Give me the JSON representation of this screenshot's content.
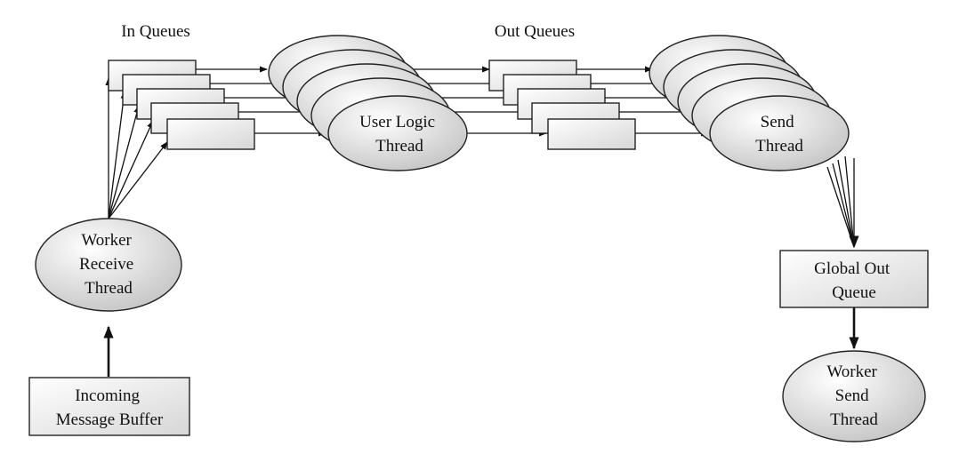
{
  "headers": {
    "in_queues": "In Queues",
    "out_queues": "Out Queues"
  },
  "nodes": {
    "user_logic_thread": [
      "User Logic",
      "Thread"
    ],
    "send_thread": [
      "Send",
      "Thread"
    ],
    "worker_receive_thread": [
      "Worker",
      "Receive",
      "Thread"
    ],
    "incoming_message_buffer": [
      "Incoming",
      "Message Buffer"
    ],
    "global_out_queue": [
      "Global Out",
      "Queue"
    ],
    "worker_send_thread": [
      "Worker",
      "Send",
      "Thread"
    ]
  },
  "colors": {
    "queue_fill_light": "#ffffff",
    "queue_fill_dark": "#dcdcdc",
    "ellipse_fill_light": "#ffffff",
    "ellipse_fill_dark": "#c8c8c8",
    "stroke": "#222222"
  }
}
